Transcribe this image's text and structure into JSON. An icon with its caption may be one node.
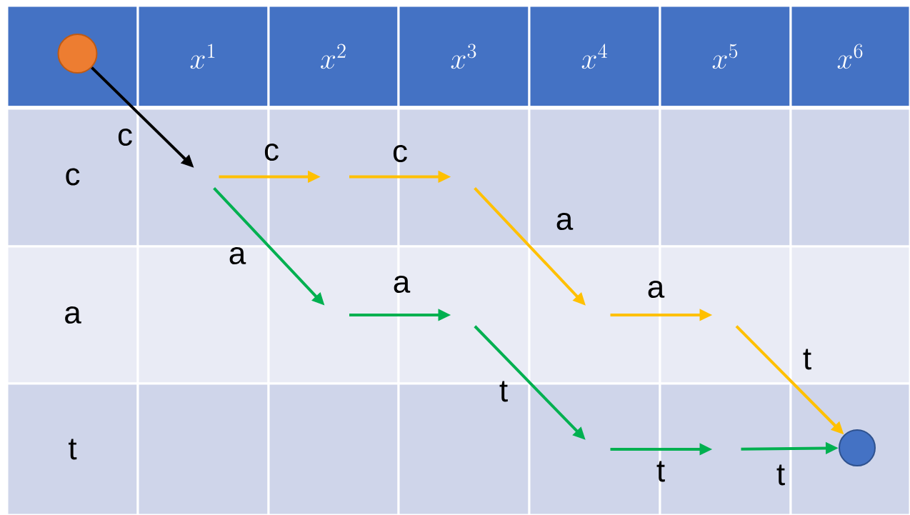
{
  "diagram": {
    "nodes": [
      {
        "text": [],
        "shape": "box"
      },
      {
        "text": [],
        "shape": "circle",
        "in": 0
      },
      {
        "text": [
          "x^{1}"
        ]
      },
      {
        "text": [
          "x^{2}"
        ]
      },
      {
        "text": [
          "x^{3}"
        ]
      },
      {
        "text": [
          "x^{4}"
        ]
      },
      {
        "text": [
          "x^{5}"
        ]
      },
      {
        "text": [
          "x^{6}"
        ]
      },
      {
        "text": [
          "c"
        ]
      },
      {
        "text": [],
        "shape": "box"
      },
      {
        "text": [],
        "shape": "box"
      },
      {
        "text": [],
        "shape": "box"
      },
      {
        "text": [],
        "shape": "box"
      },
      {
        "text": [],
        "shape": "box"
      },
      {
        "text": [],
        "shape": "box"
      },
      {
        "text": [
          "a"
        ]
      },
      {
        "text": [],
        "shape": "box"
      },
      {
        "text": [],
        "shape": "box"
      },
      {
        "text": [],
        "shape": "box"
      },
      {
        "text": [],
        "shape": "box"
      },
      {
        "text": [],
        "shape": "box"
      },
      {
        "text": [],
        "shape": "box"
      },
      {
        "text": [
          "t"
        ]
      },
      {
        "text": [],
        "shape": "box"
      },
      {
        "text": [],
        "shape": "box"
      },
      {
        "text": [],
        "shape": "box"
      },
      {
        "text": [],
        "shape": "box"
      },
      {
        "text": [],
        "shape": "box"
      },
      {
        "text": [],
        "shape": "box"
      },
      {
        "text": [],
        "shape": "circle",
        "in": 28
      }
    ],
    "edges": [
      {
        "from": 1,
        "to": 9,
        "arrow": "to",
        "label": "c",
        "color": "#000000"
      },
      {
        "from": 9,
        "to": 10,
        "arrow": "to",
        "label": "c",
        "color": "#ffc000"
      },
      {
        "from": 10,
        "to": 11,
        "arrow": "to",
        "label": "c",
        "color": "#ffc000"
      },
      {
        "from": 11,
        "to": 19,
        "arrow": "to",
        "label": "a",
        "color": "#ffc000"
      },
      {
        "from": 19,
        "to": 20,
        "arrow": "to",
        "label": "a",
        "color": "#ffc000"
      },
      {
        "from": 20,
        "to": 29,
        "arrow": "to",
        "label": "t",
        "color": "#ffc000"
      },
      {
        "from": 9,
        "to": 17,
        "arrow": "to",
        "label": "a",
        "color": "#00b050"
      },
      {
        "from": 17,
        "to": 18,
        "arrow": "to",
        "label": "a",
        "color": "#00b050"
      },
      {
        "from": 18,
        "to": 26,
        "arrow": "to",
        "label": "t",
        "color": "#00b050"
      },
      {
        "from": 26,
        "to": 27,
        "arrow": "to",
        "label": "t",
        "color": "#00b050"
      },
      {
        "from": 27,
        "to": 29,
        "arrow": "to",
        "label": "t",
        "color": "#00b050"
      }
    ]
  }
}
